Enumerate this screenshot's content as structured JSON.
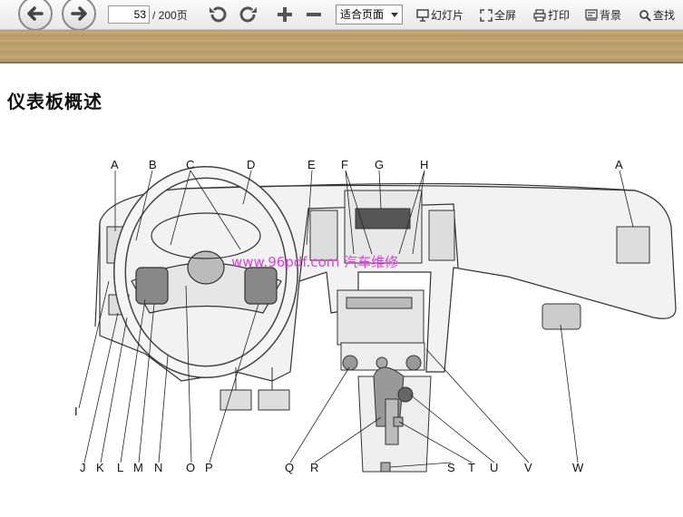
{
  "toolbar": {
    "page_current": "53",
    "page_total": "/ 200页",
    "fit_select": "适合页面",
    "slideshow": "幻灯片",
    "fullscreen": "全屏",
    "print": "打印",
    "background": "背景",
    "find": "查找"
  },
  "page": {
    "title": "仪表板概述",
    "watermark": "www.96pdf.com 汽车维修",
    "top_labels": [
      "A",
      "B",
      "C",
      "D",
      "E",
      "F",
      "G",
      "H",
      "A"
    ],
    "bottom_labels": [
      "I",
      "J",
      "K",
      "L",
      "M",
      "N",
      "O",
      "P",
      "Q",
      "R",
      "S",
      "T",
      "U",
      "V",
      "W"
    ]
  }
}
